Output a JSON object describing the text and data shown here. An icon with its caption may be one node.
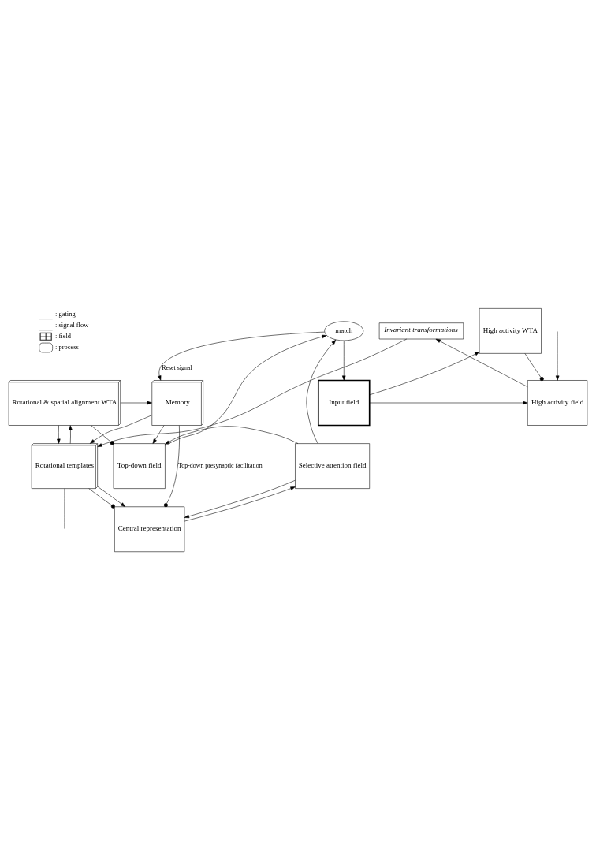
{
  "diagram": {
    "nodes": [
      {
        "text": [
          "Memory"
        ]
      },
      {
        "text": [
          "Rotational & spatial alignment WTA"
        ]
      },
      {
        "text": [
          "match"
        ]
      },
      {
        "text": [
          "Top-down field"
        ]
      },
      {
        "text": [
          "Rotational templates"
        ]
      },
      {
        "text": [
          "Selective attention field"
        ]
      },
      {
        "text": [
          "Invariant transformations"
        ]
      },
      {
        "text": [
          "Central representation"
        ]
      },
      {
        "text": [
          "High activity field"
        ]
      },
      {
        "text": [
          "Input field"
        ]
      },
      {
        "text": [
          "High activity WTA"
        ]
      }
    ],
    "edges": [
      {
        "from": 1,
        "to": 0,
        "arrow": "to"
      },
      {
        "from": 1,
        "to": 3,
        "arrow": "other"
      },
      {
        "from": 0,
        "to": 3,
        "arrow": "to"
      },
      {
        "from": 0,
        "to": 4,
        "arrow": "to"
      },
      {
        "from": 1,
        "to": 4,
        "arrow": "to"
      },
      {
        "from": 4,
        "to": 1,
        "arrow": "to"
      },
      {
        "from": 2,
        "to": 0,
        "arrow": "to",
        "label": "Reset signal"
      },
      {
        "from": 3,
        "to": 2,
        "arrow": "to"
      },
      {
        "from": 5,
        "to": 2,
        "arrow": "to"
      },
      {
        "from": 5,
        "to": 3,
        "arrow": "to"
      },
      {
        "from": 0,
        "to": 7,
        "arrow": "other",
        "label": "Top-down presynaptic facilitation"
      },
      {
        "from": 7,
        "to": 5,
        "arrow": "to"
      },
      {
        "from": 5,
        "to": 7,
        "arrow": "to"
      },
      {
        "from": 4,
        "to": 7,
        "arrow": "other"
      },
      {
        "from": 4,
        "to": 7,
        "arrow": "to"
      },
      {
        "from": 6,
        "to": 4,
        "arrow": "to"
      },
      {
        "from": 8,
        "to": 6,
        "arrow": "to"
      },
      {
        "from": 4,
        "to": null,
        "arrow": "none"
      },
      {
        "from": null,
        "to": 8,
        "arrow": "to"
      },
      {
        "from": 2,
        "to": 9,
        "arrow": "to"
      },
      {
        "from": 9,
        "to": 8,
        "arrow": "to"
      },
      {
        "from": 10,
        "to": 8,
        "arrow": "other"
      },
      {
        "from": 9,
        "to": 10,
        "arrow": "to"
      }
    ],
    "legend": [
      {
        "text": ": gating"
      },
      {
        "text": ": signal flow"
      },
      {
        "text": ": field"
      },
      {
        "text": ": process"
      }
    ]
  }
}
